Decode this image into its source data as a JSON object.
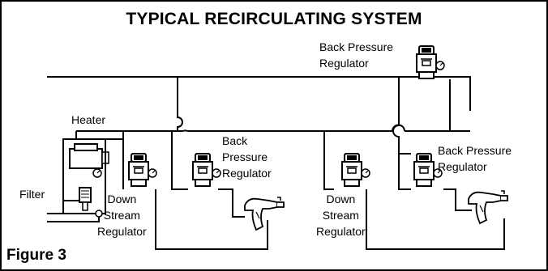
{
  "title": "TYPICAL RECIRCULATING SYSTEM",
  "figure_label": "Figure 3",
  "labels": {
    "heater": "Heater",
    "filter": "Filter",
    "back_pressure_top": [
      "Back Pressure",
      "Regulator"
    ],
    "back_pressure_mid": [
      "Back",
      "Pressure",
      "Regulator"
    ],
    "back_pressure_right": [
      "Back Pressure",
      "Regulator"
    ],
    "down_stream_left": [
      "Down",
      "Stream",
      "Regulator"
    ],
    "down_stream_right": [
      "Down",
      "Stream",
      "Regulator"
    ]
  },
  "icons": [
    "pressure-regulator-icon",
    "pressure-gauge-icon",
    "spray-gun-icon",
    "heater-icon",
    "filter-icon"
  ],
  "colors": {
    "line": "#000000",
    "background": "#ffffff"
  }
}
